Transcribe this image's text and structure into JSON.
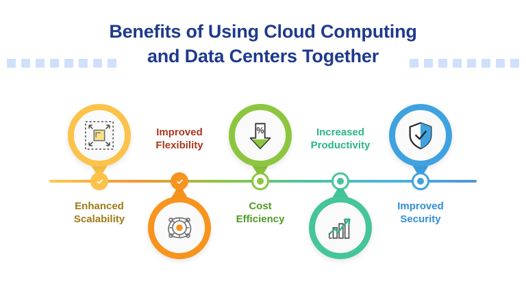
{
  "title": {
    "line1": "Benefits of Using Cloud Computing",
    "line2": "and Data Centers Together",
    "color": "#1e3a8c"
  },
  "decoration": {
    "square_color": "#cfe0fb",
    "left_count": 8,
    "right_count": 8
  },
  "timeline": {
    "track_gradient_stops": [
      "#fcc949",
      "#f79433",
      "#8cc63f",
      "#4fc3a1",
      "#45b7e0",
      "#5592d6"
    ]
  },
  "steps": [
    {
      "label_line1": "Enhanced",
      "label_line2": "Scalability",
      "label_color": "#a07a17",
      "accent": "#fbc34a",
      "icon": "scalability-resize-icon",
      "marker_style": "check",
      "pin_position": "above",
      "label_position": "below"
    },
    {
      "label_line1": "Improved",
      "label_line2": "Flexibility",
      "label_color": "#a8361f",
      "accent": "#f7941e",
      "icon": "flexibility-gear-icon",
      "marker_style": "check",
      "pin_position": "below",
      "label_position": "above"
    },
    {
      "label_line1": "Cost",
      "label_line2": "Efficiency",
      "label_color": "#4f9b23",
      "accent": "#8cc63f",
      "icon": "cost-down-percent-icon",
      "marker_style": "dot",
      "pin_position": "above",
      "label_position": "below"
    },
    {
      "label_line1": "Increased",
      "label_line2": "Productivity",
      "label_color": "#2bb583",
      "accent": "#45c59a",
      "icon": "productivity-growth-chart-icon",
      "marker_style": "dot",
      "pin_position": "below",
      "label_position": "above"
    },
    {
      "label_line1": "Improved",
      "label_line2": "Security",
      "label_color": "#2f8fd4",
      "accent": "#3fa2e0",
      "icon": "security-shield-check-icon",
      "marker_style": "dot",
      "pin_position": "above",
      "label_position": "below"
    }
  ]
}
